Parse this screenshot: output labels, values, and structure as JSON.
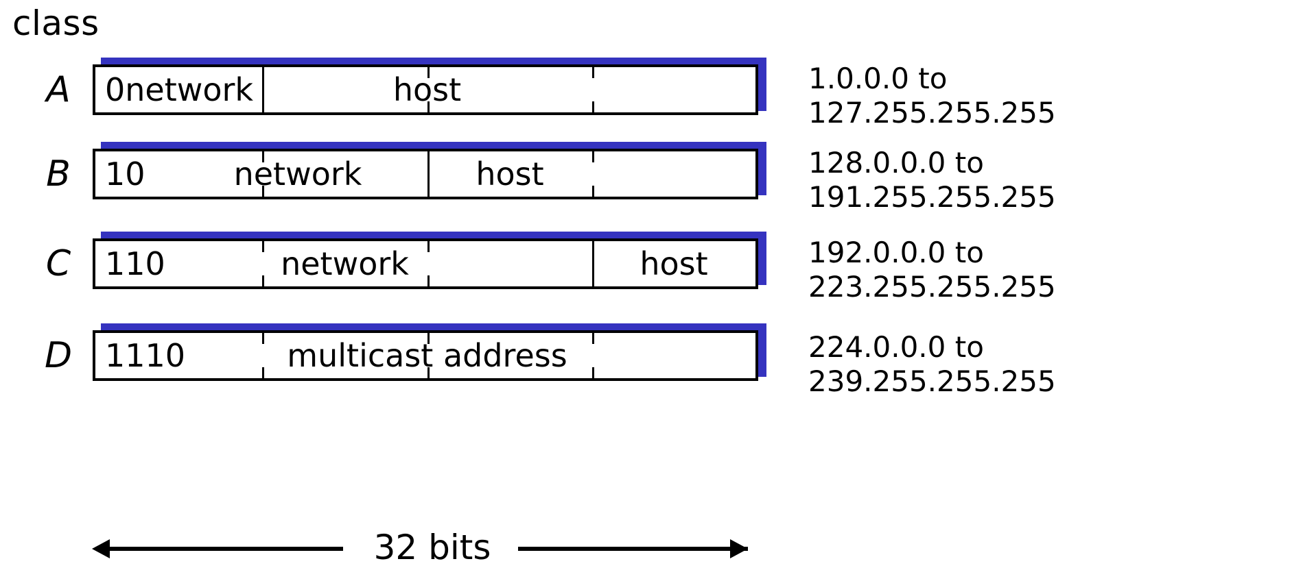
{
  "diagram": {
    "heading": "class",
    "measure_label": "32 bits",
    "accent_color": "#3533bf",
    "box_color": "#ffffff",
    "line_color": "#000000",
    "total_bits": 32,
    "rows": [
      {
        "class_letter": "A",
        "prefix_bits": "0",
        "fields": [
          {
            "name": "network",
            "label": "network"
          },
          {
            "name": "host",
            "label": "host"
          }
        ],
        "prefix_label": "0network",
        "second_label": "host",
        "range_line1": "1.0.0.0 to",
        "range_line2": "127.255.255.255"
      },
      {
        "class_letter": "B",
        "prefix_bits": "10",
        "fields": [
          {
            "name": "network",
            "label": "network"
          },
          {
            "name": "host",
            "label": "host"
          }
        ],
        "prefix_label": "10",
        "network_label": "network",
        "second_label": "host",
        "range_line1": "128.0.0.0 to",
        "range_line2": "191.255.255.255"
      },
      {
        "class_letter": "C",
        "prefix_bits": "110",
        "fields": [
          {
            "name": "network",
            "label": "network"
          },
          {
            "name": "host",
            "label": "host"
          }
        ],
        "prefix_label": "110",
        "network_label": "network",
        "second_label": "host",
        "range_line1": "192.0.0.0 to",
        "range_line2": "223.255.255.255"
      },
      {
        "class_letter": "D",
        "prefix_bits": "1110",
        "fields": [
          {
            "name": "multicast address",
            "label": "multicast address"
          }
        ],
        "prefix_label": "1110",
        "network_label": "multicast address",
        "range_line1": "224.0.0.0 to",
        "range_line2": "239.255.255.255"
      }
    ]
  }
}
